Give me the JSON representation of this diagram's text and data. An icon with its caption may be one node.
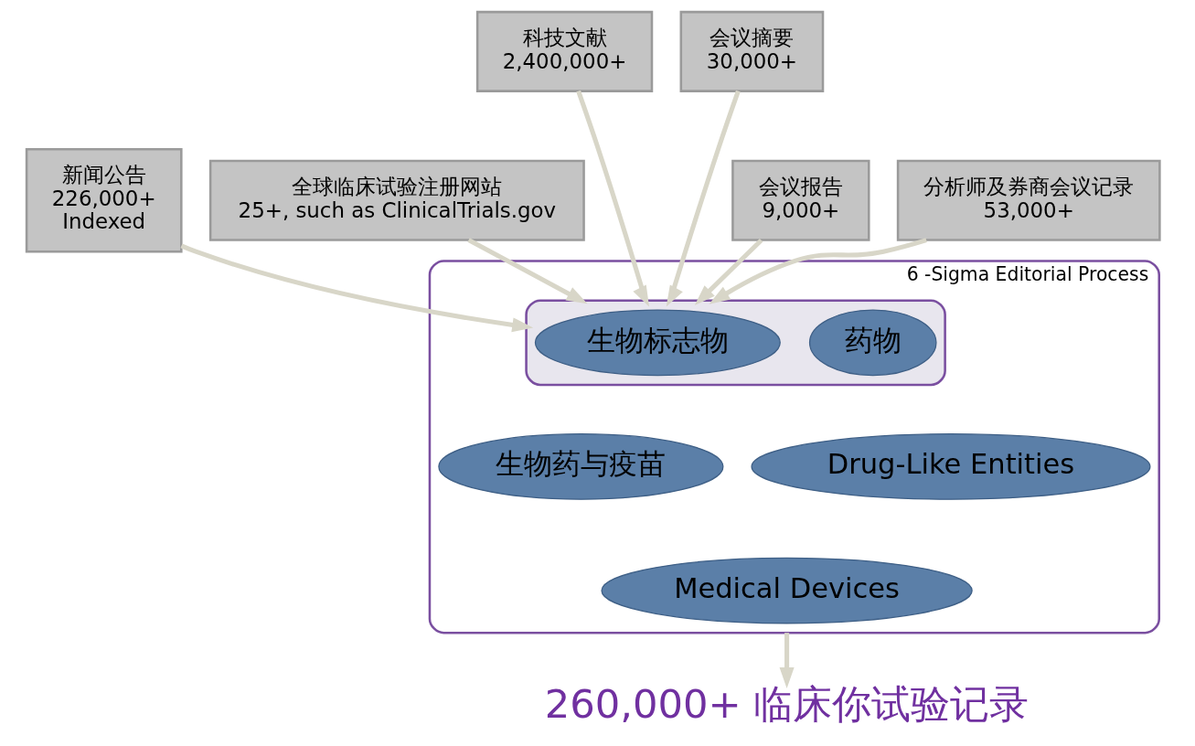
{
  "diagram": {
    "nodes": [
      {
        "text": [
          "新闻公告",
          "226,000+",
          "Indexed"
        ]
      },
      {
        "text": [
          "全球临床试验注册网站",
          "25+, such as ClinicalTrials.gov"
        ]
      },
      {
        "text": [
          "科技文献",
          "2,400,000+"
        ]
      },
      {
        "text": [
          "会议摘要",
          "30,000+"
        ]
      },
      {
        "text": [
          "会议报告",
          "9,000+"
        ]
      },
      {
        "text": [
          "分析师及券商会议记录",
          "53,000+"
        ]
      },
      {
        "text": [],
        "shape": "funnel",
        "beside": [
          "6 -Sigma Editorial Process"
        ]
      },
      {
        "text": [],
        "shape": "ellipse",
        "in": 6
      },
      {
        "text": [
          "生物标志物"
        ],
        "in": 7
      },
      {
        "text": [
          "药物"
        ],
        "in": 7
      },
      {
        "text": [
          "生物药与疫苗"
        ],
        "in": 6
      },
      {
        "text": [
          "Drug-Like Entities"
        ],
        "in": 6
      },
      {
        "text": [
          "Medical Devices"
        ],
        "in": 6
      },
      {
        "text": [
          "260,000+ 临床你试验记录"
        ]
      }
    ],
    "edges": [
      {
        "from": 0,
        "to": 7,
        "arrow": "to"
      },
      {
        "from": 1,
        "to": 7,
        "arrow": "to"
      },
      {
        "from": 2,
        "to": 7,
        "arrow": "to"
      },
      {
        "from": 3,
        "to": 7,
        "arrow": "to"
      },
      {
        "from": 4,
        "to": 7,
        "arrow": "to"
      },
      {
        "from": 5,
        "to": 7,
        "arrow": "to"
      },
      {
        "from": 6,
        "to": 13,
        "arrow": "to"
      }
    ]
  }
}
